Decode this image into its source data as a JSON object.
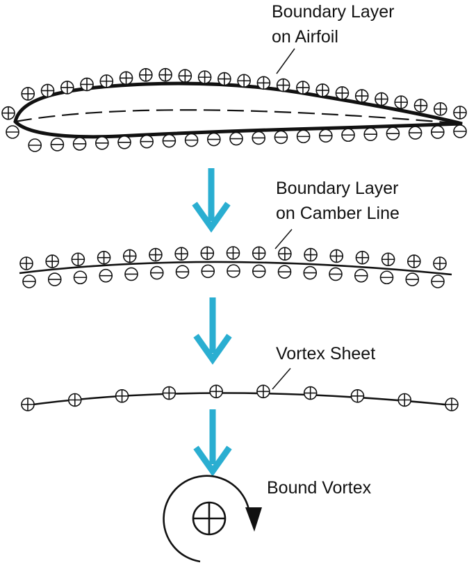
{
  "colors": {
    "arrow": "#2aaed1",
    "ink": "#111111",
    "background": "#ffffff"
  },
  "stages": [
    {
      "id": "airfoil",
      "label_lines": [
        "Boundary Layer",
        "on Airfoil"
      ],
      "upper_symbol": "plus-circle",
      "lower_symbol": "minus-circle",
      "upper_count": 24,
      "lower_count": 21
    },
    {
      "id": "camber_line",
      "label_lines": [
        "Boundary Layer",
        "on Camber Line"
      ],
      "upper_symbol": "plus-circle",
      "lower_symbol": "minus-circle",
      "upper_count": 17,
      "lower_count": 17
    },
    {
      "id": "vortex_sheet",
      "label_lines": [
        "Vortex Sheet"
      ],
      "symbol": "plus-circle",
      "count": 10
    },
    {
      "id": "bound_vortex",
      "label_lines": [
        "Bound Vortex"
      ],
      "symbol": "plus-circle",
      "count": 1
    }
  ],
  "transition_arrows": 3,
  "icons": [
    "plus-circle-icon",
    "minus-circle-icon",
    "down-arrow-icon",
    "circulation-arrow-icon"
  ]
}
